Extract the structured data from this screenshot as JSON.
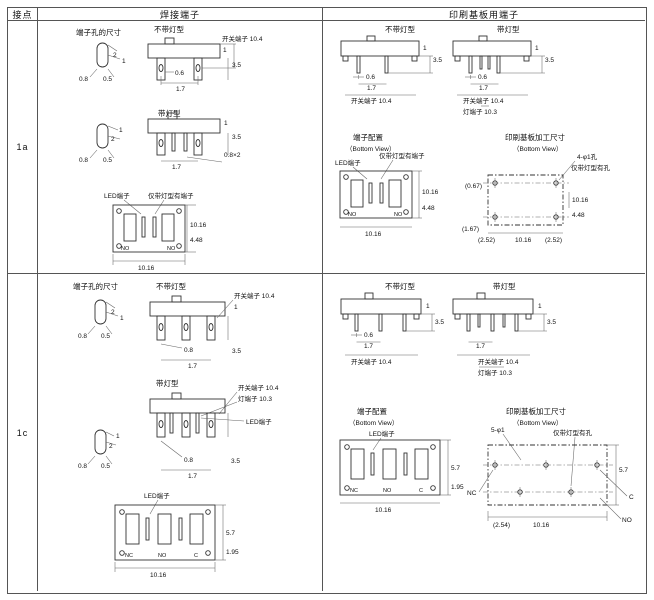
{
  "header": {
    "contact": "接点",
    "solder": "焊接端子",
    "pcb": "印刷基板用端子"
  },
  "rows": {
    "a": "1a",
    "c": "1c"
  },
  "titles": {
    "hole": "端子孔的尺寸",
    "no_lamp": "不带灯型",
    "lamp": "带灯型",
    "layout": "端子配置",
    "bottom_view": "（Bottom View）",
    "pcb_dims": "印刷基板加工尺寸"
  },
  "callouts": {
    "led": "LED端子",
    "lamp_only_term": "仅带灯型有端子",
    "lamp_only_hole": "仅带灯型有孔",
    "sw_term": "开关端子 10.4",
    "lamp_term": "灯端子 10.3",
    "holes4": "4-φ1孔",
    "holes5": "5-φ1"
  },
  "dims": {
    "d2": "2",
    "d1": "1",
    "d08": "0.8",
    "d05": "0.5",
    "d06": "0.6",
    "d17": "1.7",
    "d35": "3.5",
    "d1016": "10.16",
    "d448": "4.48",
    "d082": "0.8×2",
    "d57": "5.7",
    "d195": "1.95",
    "b067": "(0.67)",
    "b167": "(1.67)",
    "b252": "(2.52)",
    "b254": "(2.54)"
  },
  "terminals": {
    "no": "NO",
    "nc": "NC",
    "c": "C"
  }
}
